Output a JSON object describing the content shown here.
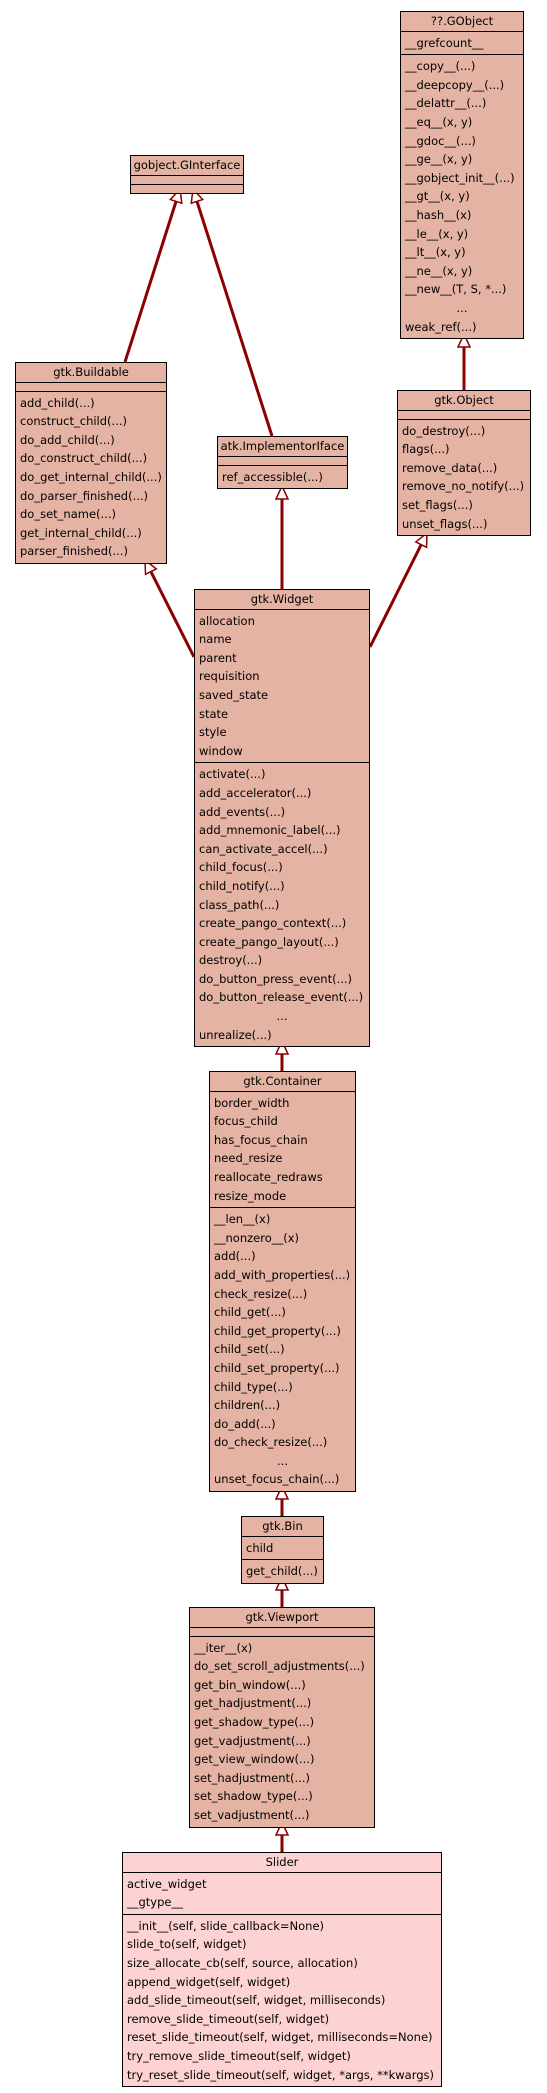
{
  "classes": {
    "gobject": {
      "name": "??.GObject",
      "attributes": [
        "__grefcount__"
      ],
      "methods": [
        "__copy__(...)",
        "__deepcopy__(...)",
        "__delattr__(...)",
        "__eq__(x, y)",
        "__gdoc__(...)",
        "__ge__(x, y)",
        "__gobject_init__(...)",
        "__gt__(x, y)",
        "__hash__(x)",
        "__le__(x, y)",
        "__lt__(x, y)",
        "__ne__(x, y)",
        "__new__(T, S, *...)",
        "...",
        "weak_ref(...)"
      ]
    },
    "ginterface": {
      "name": "gobject.GInterface",
      "attributes": [],
      "methods": []
    },
    "buildable": {
      "name": "gtk.Buildable",
      "attributes": [],
      "methods": [
        "add_child(...)",
        "construct_child(...)",
        "do_add_child(...)",
        "do_construct_child(...)",
        "do_get_internal_child(...)",
        "do_parser_finished(...)",
        "do_set_name(...)",
        "get_internal_child(...)",
        "parser_finished(...)"
      ]
    },
    "implementoriface": {
      "name": "atk.ImplementorIface",
      "attributes": [],
      "methods": [
        "ref_accessible(...)"
      ]
    },
    "object": {
      "name": "gtk.Object",
      "attributes": [],
      "methods": [
        "do_destroy(...)",
        "flags(...)",
        "remove_data(...)",
        "remove_no_notify(...)",
        "set_flags(...)",
        "unset_flags(...)"
      ]
    },
    "widget": {
      "name": "gtk.Widget",
      "attributes": [
        "allocation",
        "name",
        "parent",
        "requisition",
        "saved_state",
        "state",
        "style",
        "window"
      ],
      "methods": [
        "activate(...)",
        "add_accelerator(...)",
        "add_events(...)",
        "add_mnemonic_label(...)",
        "can_activate_accel(...)",
        "child_focus(...)",
        "child_notify(...)",
        "class_path(...)",
        "create_pango_context(...)",
        "create_pango_layout(...)",
        "destroy(...)",
        "do_button_press_event(...)",
        "do_button_release_event(...)",
        "...",
        "unrealize(...)"
      ]
    },
    "container": {
      "name": "gtk.Container",
      "attributes": [
        "border_width",
        "focus_child",
        "has_focus_chain",
        "need_resize",
        "reallocate_redraws",
        "resize_mode"
      ],
      "methods": [
        "__len__(x)",
        "__nonzero__(x)",
        "add(...)",
        "add_with_properties(...)",
        "check_resize(...)",
        "child_get(...)",
        "child_get_property(...)",
        "child_set(...)",
        "child_set_property(...)",
        "child_type(...)",
        "children(...)",
        "do_add(...)",
        "do_check_resize(...)",
        "...",
        "unset_focus_chain(...)"
      ]
    },
    "bin": {
      "name": "gtk.Bin",
      "attributes": [
        "child"
      ],
      "methods": [
        "get_child(...)"
      ]
    },
    "viewport": {
      "name": "gtk.Viewport",
      "attributes": [],
      "methods": [
        "__iter__(x)",
        "do_set_scroll_adjustments(...)",
        "get_bin_window(...)",
        "get_hadjustment(...)",
        "get_shadow_type(...)",
        "get_vadjustment(...)",
        "get_view_window(...)",
        "set_hadjustment(...)",
        "set_shadow_type(...)",
        "set_vadjustment(...)"
      ]
    },
    "slider": {
      "name": "Slider",
      "attributes": [
        "active_widget",
        "__gtype__"
      ],
      "methods": [
        "__init__(self, slide_callback=None)",
        "slide_to(self, widget)",
        "size_allocate_cb(self, source, allocation)",
        "append_widget(self, widget)",
        "add_slide_timeout(self, widget, milliseconds)",
        "remove_slide_timeout(self, widget)",
        "reset_slide_timeout(self, widget, milliseconds=None)",
        "try_remove_slide_timeout(self, widget)",
        "try_reset_slide_timeout(self, widget, *args, **kwargs)"
      ]
    }
  },
  "inheritance": [
    {
      "child": "buildable",
      "parent": "ginterface"
    },
    {
      "child": "implementoriface",
      "parent": "ginterface"
    },
    {
      "child": "object",
      "parent": "gobject"
    },
    {
      "child": "widget",
      "parent": "buildable"
    },
    {
      "child": "widget",
      "parent": "implementoriface"
    },
    {
      "child": "widget",
      "parent": "object"
    },
    {
      "child": "container",
      "parent": "widget"
    },
    {
      "child": "bin",
      "parent": "container"
    },
    {
      "child": "viewport",
      "parent": "bin"
    },
    {
      "child": "slider",
      "parent": "viewport"
    }
  ],
  "colors": {
    "class_fill": "#e5b3a3",
    "leaf_fill": "#fdd2d2",
    "edge": "#8b0000"
  }
}
